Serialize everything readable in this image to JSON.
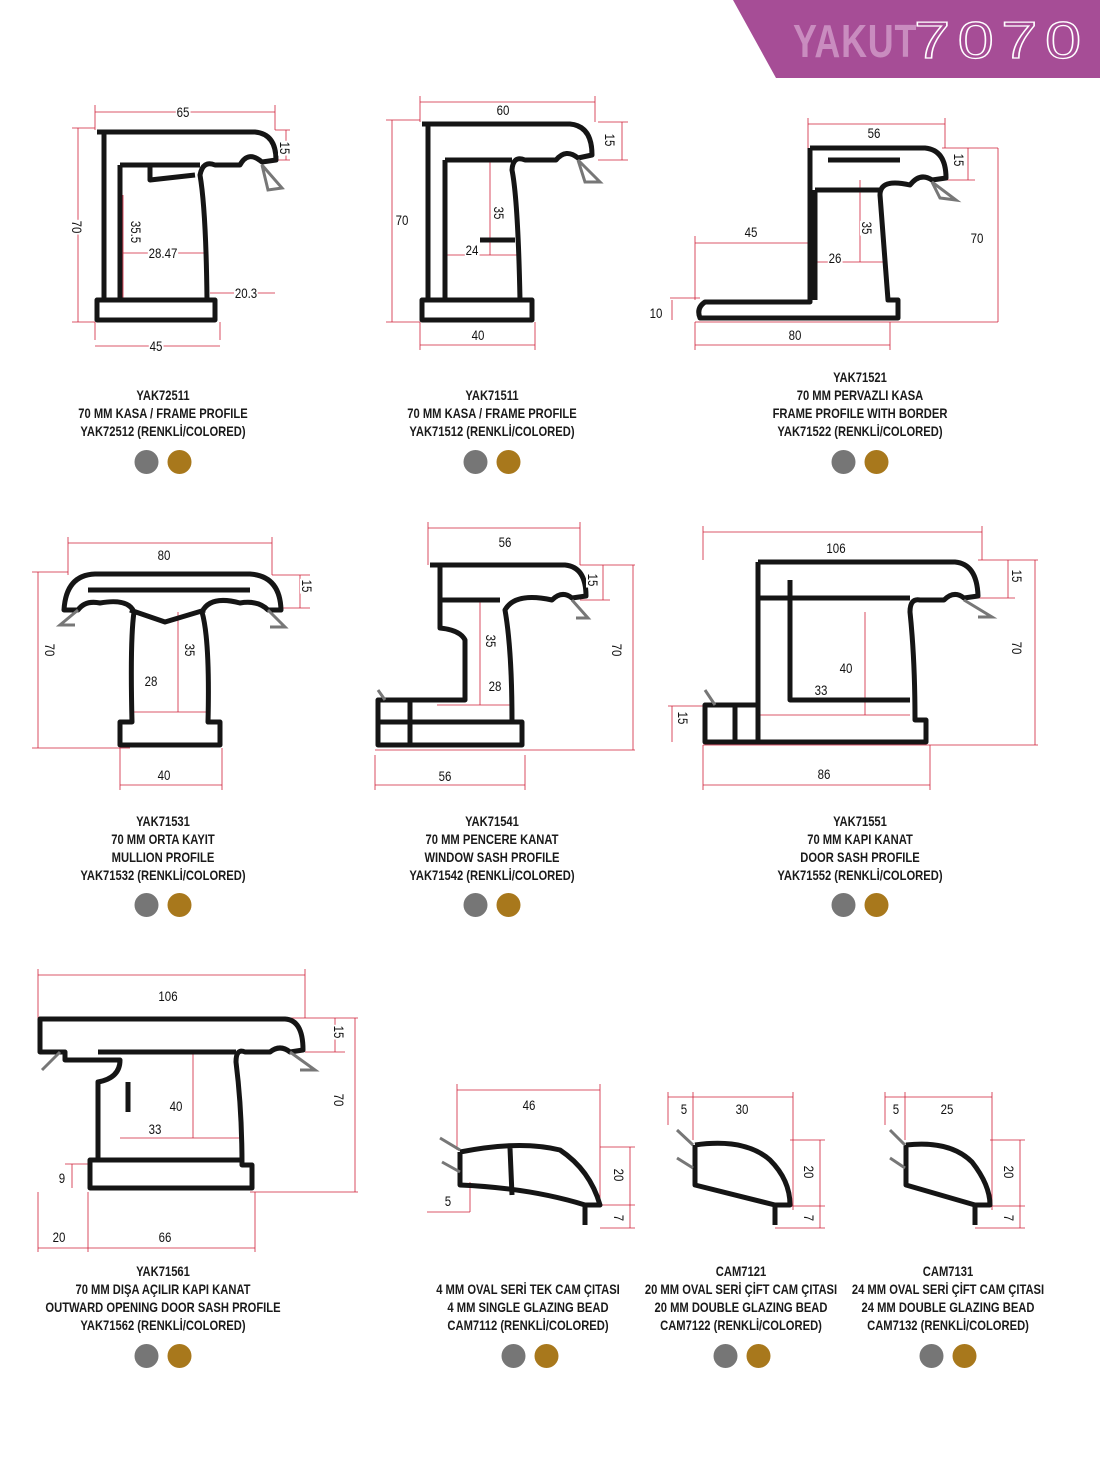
{
  "header": {
    "brand": "YAKUT",
    "model": "7070"
  },
  "colors": {
    "accent": "#a64d96",
    "profile": "#111111",
    "dimension_line": "#d0213a",
    "swatch_gray": "#767676",
    "swatch_gold": "#a8781c"
  },
  "products": [
    {
      "lines": [
        "YAK72511",
        "70 MM KASA / FRAME PROFILE",
        "YAK72512 (RENKLİ/COLORED)"
      ],
      "dims": [
        "65",
        "15",
        "70",
        "35.5",
        "28.47",
        "20.3",
        "45"
      ]
    },
    {
      "lines": [
        "YAK71511",
        "70 MM KASA / FRAME PROFILE",
        "YAK71512 (RENKLİ/COLORED)"
      ],
      "dims": [
        "60",
        "15",
        "70",
        "35",
        "24",
        "40"
      ]
    },
    {
      "lines": [
        "YAK71521",
        "70 MM PERVAZLI KASA",
        "FRAME PROFILE WITH BORDER",
        "YAK71522 (RENKLİ/COLORED)"
      ],
      "dims": [
        "56",
        "15",
        "45",
        "35",
        "26",
        "70",
        "10",
        "80"
      ]
    },
    {
      "lines": [
        "YAK71531",
        "70 MM ORTA KAYIT",
        "MULLION PROFILE",
        "YAK71532 (RENKLİ/COLORED)"
      ],
      "dims": [
        "80",
        "15",
        "70",
        "35",
        "28",
        "40"
      ]
    },
    {
      "lines": [
        "YAK71541",
        "70 MM PENCERE KANAT",
        "WINDOW SASH PROFILE",
        "YAK71542 (RENKLİ/COLORED)"
      ],
      "dims": [
        "56",
        "15",
        "70",
        "35",
        "28",
        "56"
      ]
    },
    {
      "lines": [
        "YAK71551",
        "70 MM KAPI KANAT",
        "DOOR SASH PROFILE",
        "YAK71552 (RENKLİ/COLORED)"
      ],
      "dims": [
        "106",
        "15",
        "70",
        "40",
        "33",
        "15",
        "86"
      ]
    },
    {
      "lines": [
        "YAK71561",
        "70 MM DIŞA AÇILIR KAPI KANAT",
        "OUTWARD OPENING DOOR SASH PROFILE",
        "YAK71562 (RENKLİ/COLORED)"
      ],
      "dims": [
        "106",
        "15",
        "70",
        "40",
        "33",
        "9",
        "20",
        "66"
      ]
    },
    {
      "lines": [
        "4 MM OVAL SERİ TEK CAM ÇITASI",
        "4 MM SINGLE GLAZING BEAD",
        "CAM7112 (RENKLİ/COLORED)"
      ],
      "dims": [
        "46",
        "20",
        "7",
        "5"
      ]
    },
    {
      "lines": [
        "CAM7121",
        "20 MM OVAL SERİ ÇİFT CAM ÇITASI",
        "20 MM DOUBLE GLAZING BEAD",
        "CAM7122 (RENKLİ/COLORED)"
      ],
      "dims": [
        "5",
        "30",
        "20",
        "7"
      ]
    },
    {
      "lines": [
        "CAM7131",
        "24 MM OVAL SERİ ÇİFT CAM ÇITASI",
        "24 MM DOUBLE GLAZING BEAD",
        "CAM7132 (RENKLİ/COLORED)"
      ],
      "dims": [
        "5",
        "25",
        "20",
        "7"
      ]
    }
  ]
}
